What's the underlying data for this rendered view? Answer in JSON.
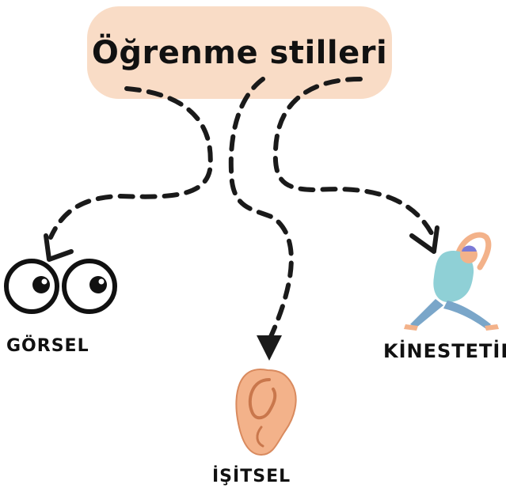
{
  "title": "Öğrenme stilleri",
  "branches": [
    {
      "label": "GÖRSEL",
      "icon": "eyes-icon"
    },
    {
      "label": "İŞİTSEL",
      "icon": "ear-icon"
    },
    {
      "label": "KİNESTETİK",
      "icon": "stretching-person-icon"
    }
  ],
  "colors": {
    "title_bg": "#f9dcc6",
    "arrow": "#1a1a1a",
    "skin": "#f3b28a",
    "shirt": "#8fd0d6",
    "pants": "#7aa6c9"
  }
}
